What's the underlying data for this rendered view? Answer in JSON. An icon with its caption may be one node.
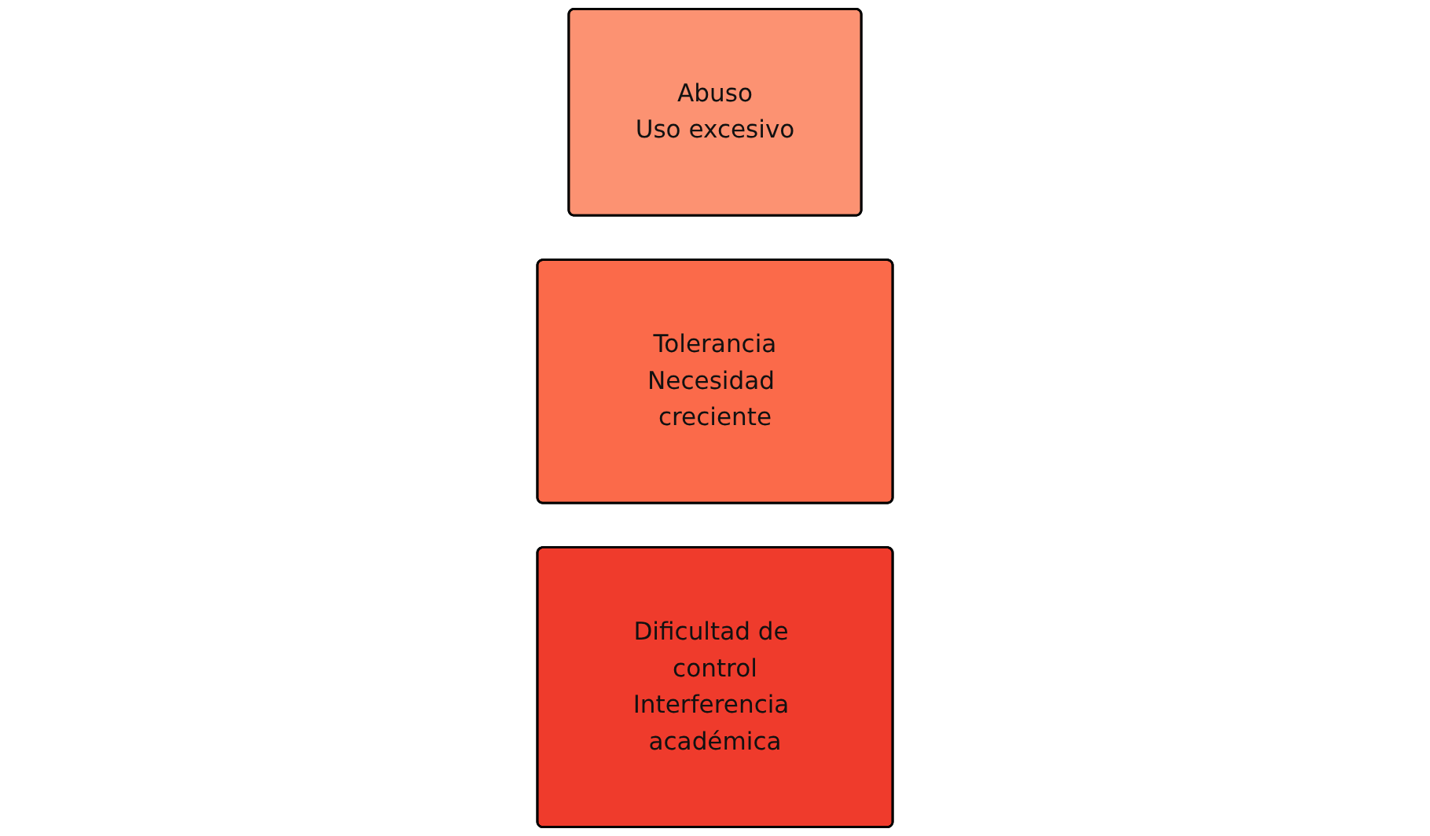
{
  "diagram": {
    "nodes": [
      {
        "text": [
          "Abuso",
          "Uso excesivo"
        ]
      },
      {
        "text": [
          "Tolerancia",
          "Necesidad creciente"
        ]
      },
      {
        "text": [
          "Dificultad de control",
          "Interferencia académica"
        ]
      }
    ]
  }
}
